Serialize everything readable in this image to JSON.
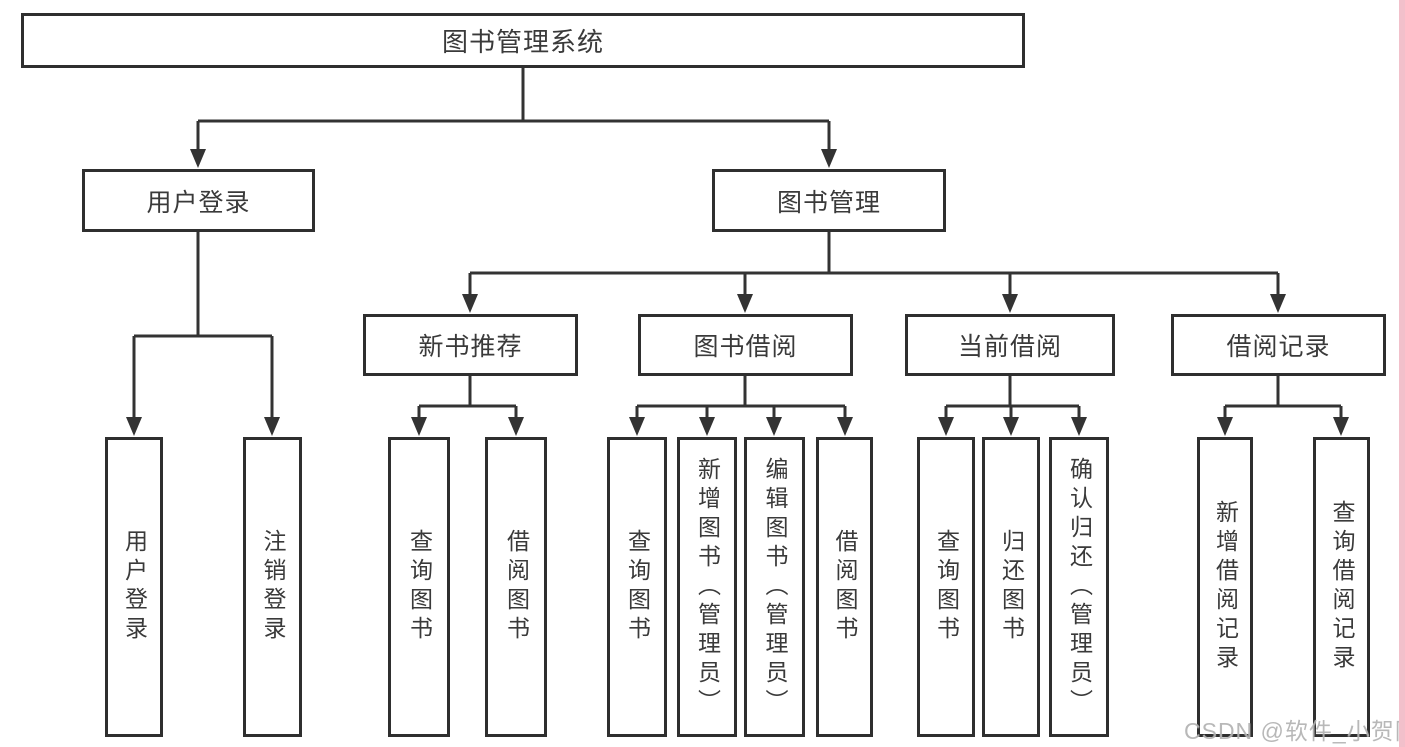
{
  "diagram": {
    "root": {
      "label": "图书管理系统"
    },
    "branches": [
      {
        "label": "用户登录",
        "children": [
          {
            "label": "用户登录"
          },
          {
            "label": "注销登录"
          }
        ]
      },
      {
        "label": "图书管理",
        "children": [
          {
            "label": "新书推荐",
            "children": [
              {
                "label": "查询图书"
              },
              {
                "label": "借阅图书"
              }
            ]
          },
          {
            "label": "图书借阅",
            "children": [
              {
                "label": "查询图书"
              },
              {
                "label": "新增图书（管理员）"
              },
              {
                "label": "编辑图书（管理员）"
              },
              {
                "label": "借阅图书"
              }
            ]
          },
          {
            "label": "当前借阅",
            "children": [
              {
                "label": "查询图书"
              },
              {
                "label": "归还图书"
              },
              {
                "label": "确认归还（管理员）"
              }
            ]
          },
          {
            "label": "借阅记录",
            "children": [
              {
                "label": "新增借阅记录"
              },
              {
                "label": "查询借阅记录"
              }
            ]
          }
        ]
      }
    ]
  },
  "watermark": {
    "text": "CSDN @软件_小贺同学"
  },
  "colors": {
    "line": "#333333",
    "box_border": "#2f2f2f",
    "text": "#3a3a3a",
    "watermark": "#b3b3b3",
    "right_edge_strip": "#f2c0cb"
  }
}
